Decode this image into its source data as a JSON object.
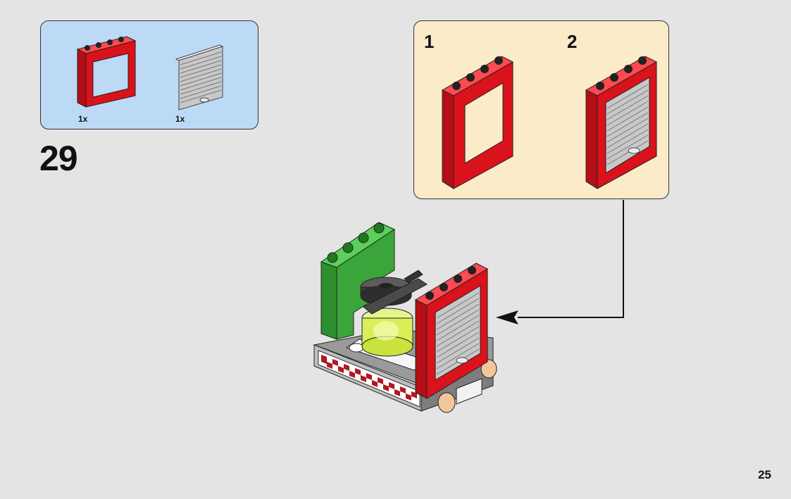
{
  "parts_panel": {
    "items": [
      {
        "icon": "red-window-frame-icon",
        "qty": "1x"
      },
      {
        "icon": "gray-shutter-panel-icon",
        "qty": "1x"
      }
    ]
  },
  "step": {
    "number": "29"
  },
  "subassembly": {
    "steps": [
      {
        "label": "1",
        "icon": "red-window-frame-icon"
      },
      {
        "label": "2",
        "icon": "frame-with-shutter-icon"
      }
    ]
  },
  "page": {
    "number": "25"
  },
  "colors": {
    "parts_bg": "#bcdaf5",
    "sub_bg": "#fcebc8",
    "page_bg": "#e4e4e4",
    "brick_red": "#d9121b",
    "brick_green": "#3aa53a",
    "shutter_gray": "#b5b5b5"
  }
}
